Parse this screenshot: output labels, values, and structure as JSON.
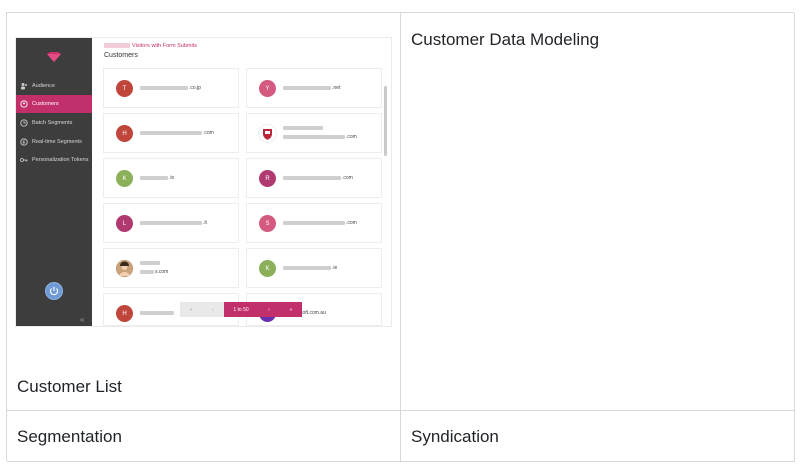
{
  "table": {
    "customer_list": "Customer List",
    "customer_data_modeling": "Customer Data Modeling",
    "segmentation": "Segmentation",
    "syndication": "Syndication"
  },
  "app": {
    "breadcrumb": "Visitors with Form Submits",
    "page_title": "Customers",
    "sidebar": {
      "items": [
        {
          "label": "Audience",
          "icon": "people-icon"
        },
        {
          "label": "Customers",
          "icon": "search-person-icon"
        },
        {
          "label": "Batch Segments",
          "icon": "batch-icon"
        },
        {
          "label": "Real-time Segments",
          "icon": "realtime-icon"
        },
        {
          "label": "Personalization Tokens",
          "icon": "key-icon"
        }
      ]
    },
    "customers": [
      {
        "initial": "T",
        "email_suffix": ".co.jp",
        "color": "#c0463c"
      },
      {
        "initial": "Y",
        "email_suffix": ".net",
        "color": "#d45a80"
      },
      {
        "initial": "H",
        "email_suffix": ".com",
        "color": "#c0463c"
      },
      {
        "initial": "",
        "email_suffix": ".com",
        "color": "#ffffff"
      },
      {
        "initial": "K",
        "email_suffix": ".tv",
        "color": "#8cb05a"
      },
      {
        "initial": "R",
        "email_suffix": ".com",
        "color": "#b03a70"
      },
      {
        "initial": "L",
        "email_suffix": ".it",
        "color": "#b03a70"
      },
      {
        "initial": "S",
        "email_suffix": ".com",
        "color": "#d45a80"
      },
      {
        "initial": "",
        "email_suffix": "s.com",
        "color": "#7a5a3a"
      },
      {
        "initial": "K",
        "email_suffix": ".ie",
        "color": "#8cb05a"
      },
      {
        "initial": "H",
        "email_suffix": "",
        "color": "#c0463c"
      },
      {
        "initial": "",
        "email_suffix": "soft.com.au",
        "color": "#6a2fb0"
      }
    ],
    "pager": {
      "first": "«",
      "prev": "‹",
      "range": "1 to 50",
      "next": "›",
      "last": "»"
    },
    "colors": {
      "accent": "#c2306c",
      "sidebar": "#3d3d3d"
    }
  }
}
